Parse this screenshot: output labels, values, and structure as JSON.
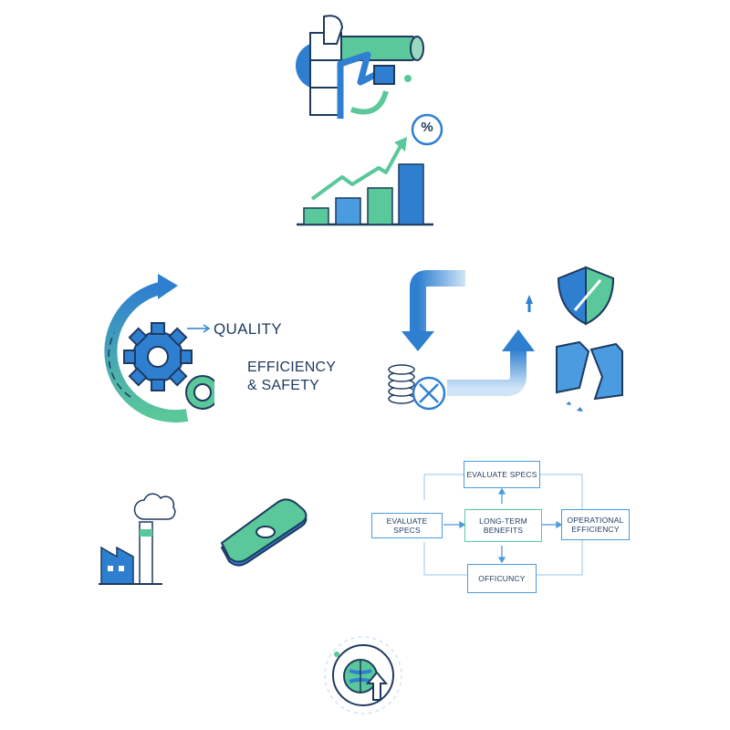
{
  "cycle": {
    "label_quality": "QUALITY",
    "label_efficiency_line1": "EFFICIENCY",
    "label_efficiency_line2": "& SAFETY"
  },
  "growth_chart": {
    "badge": "%"
  },
  "flowchart": {
    "top_box": "EVALUATE SPECS",
    "left_box": "EVALUATE SPECS",
    "center_box": "LONG-TERM BENEFITS",
    "right_box_line1": "OPERATIONAL",
    "right_box_line2": "EFFICIENCY",
    "bottom_box": "OFFICUNCY"
  },
  "colors": {
    "blue": "#2f7fd1",
    "light_blue": "#4a9be0",
    "green": "#5ac89a",
    "navy": "#1e3a5f"
  }
}
